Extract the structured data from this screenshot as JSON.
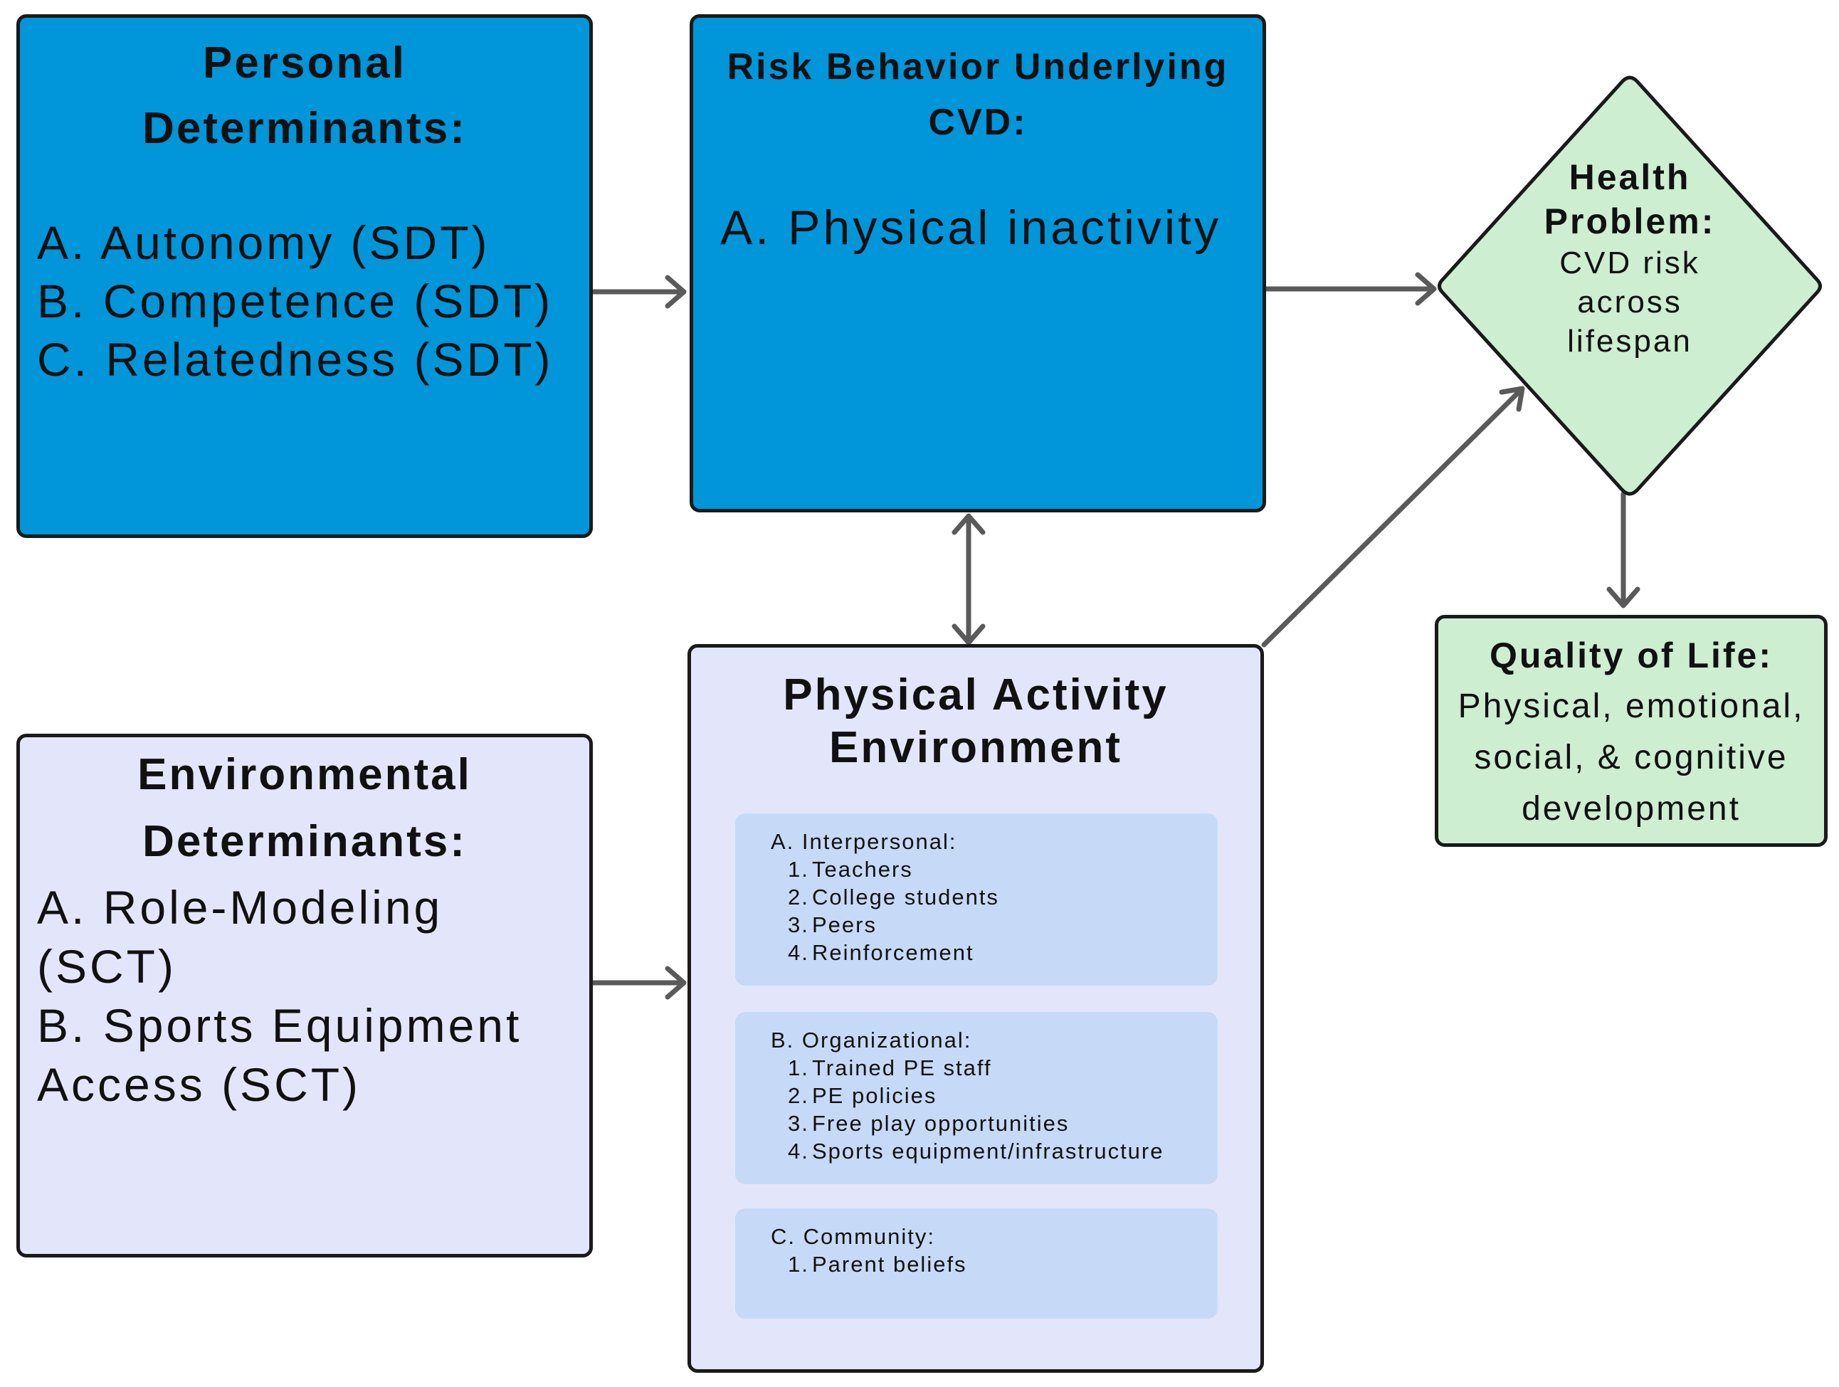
{
  "personal": {
    "title_line1": "Personal",
    "title_line2": "Determinants:",
    "items": [
      "A. Autonomy (SDT)",
      "B. Competence (SDT)",
      "C. Relatedness (SDT)"
    ]
  },
  "risk": {
    "title_line1": "Risk Behavior Underlying",
    "title_line2": "CVD:",
    "item": "A. Physical inactivity"
  },
  "health": {
    "title_line1": "Health",
    "title_line2": "Problem:",
    "lines": [
      "CVD risk",
      "across",
      "lifespan"
    ]
  },
  "quality": {
    "title": "Quality of Life:",
    "lines": [
      "Physical, emotional,",
      "social, & cognitive",
      "development"
    ]
  },
  "environmental": {
    "title_line1": "Environmental",
    "title_line2": "Determinants:",
    "items": [
      "A. Role-Modeling (SCT)",
      "B. Sports Equipment Access (SCT)"
    ]
  },
  "pa_env": {
    "title_line1": "Physical Activity",
    "title_line2": "Environment",
    "groups": [
      {
        "heading": "A. Interpersonal:",
        "items": [
          {
            "num": "1.",
            "text": "Teachers"
          },
          {
            "num": "2.",
            "text": "College students"
          },
          {
            "num": "3.",
            "text": "Peers"
          },
          {
            "num": "4.",
            "text": "Reinforcement"
          }
        ]
      },
      {
        "heading": "B. Organizational:",
        "items": [
          {
            "num": "1.",
            "text": "Trained PE staff"
          },
          {
            "num": "2.",
            "text": "PE policies"
          },
          {
            "num": "3.",
            "text": "Free play opportunities"
          },
          {
            "num": "4.",
            "text": "Sports equipment/infrastructure"
          }
        ]
      },
      {
        "heading": "C. Community:",
        "items": [
          {
            "num": "1.",
            "text": "Parent beliefs"
          }
        ]
      }
    ]
  },
  "colors": {
    "dark_blue_box": "#0096d9",
    "lavender_box": "#e3e6fb",
    "sub_box": "#c6daf7",
    "mint_box": "#cdeed1",
    "arrow": "#5a5a5a",
    "border": "#1a1a1a"
  }
}
